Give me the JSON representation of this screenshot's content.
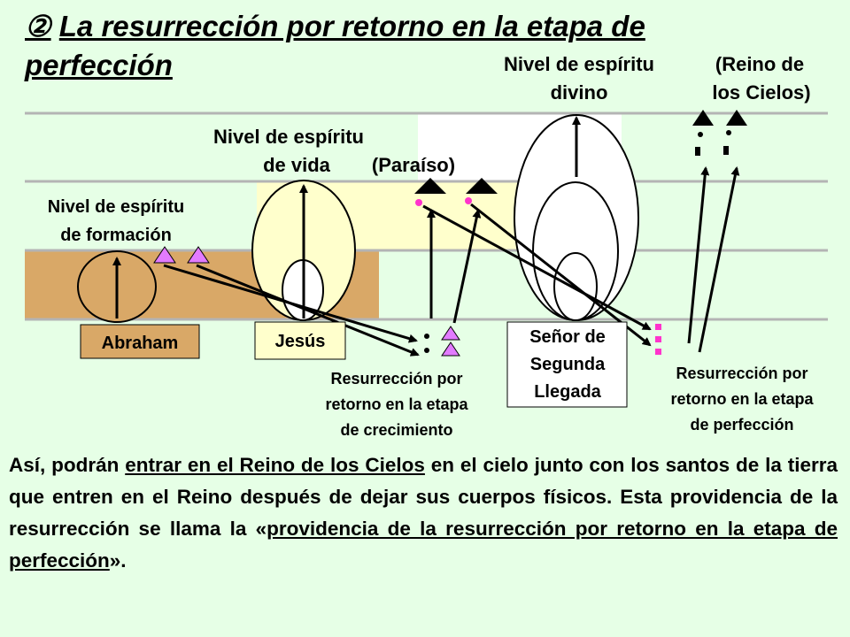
{
  "title": {
    "num": "②",
    "text": "La resurrección por retorno en la etapa de perfección"
  },
  "levels": {
    "divino_1": "Nivel de espíritu",
    "divino_2": "divino",
    "reino_1": "(Reino de",
    "reino_2": "los Cielos)",
    "vida_1": "Nivel de espíritu",
    "vida_2": "de vida",
    "paraiso": "(Paraíso)",
    "formacion_1": "Nivel de espíritu",
    "formacion_2": "de formación"
  },
  "figures": {
    "abraham": "Abraham",
    "jesus": "Jesús",
    "senor_1": "Señor de",
    "senor_2": "Segunda",
    "senor_3": "Llegada"
  },
  "captions": {
    "crec_1": "Resurrección por",
    "crec_2": "retorno en la etapa",
    "crec_3": "de crecimiento",
    "perf_1": "Resurrección por",
    "perf_2": "retorno en la etapa",
    "perf_3": "de perfección"
  },
  "paragraph": {
    "p1": "Así, podrán ",
    "u1": "entrar en el Reino de los Cielos",
    "p2": " en el cielo junto con los santos de la tierra que entren en el Reino después de dejar sus cuerpos físicos. Esta providencia de la resurrección se llama la «",
    "u2": "providencia de la resurrección por retorno en la etapa de perfección",
    "p3": "»."
  },
  "colors": {
    "background": "#e6ffe6",
    "formation_band": "#d9a867",
    "life_band": "#ffffcc",
    "divine_band": "#ffffff",
    "spirit_magenta": "#ff33cc",
    "triangle_violet": "#e27bff"
  }
}
